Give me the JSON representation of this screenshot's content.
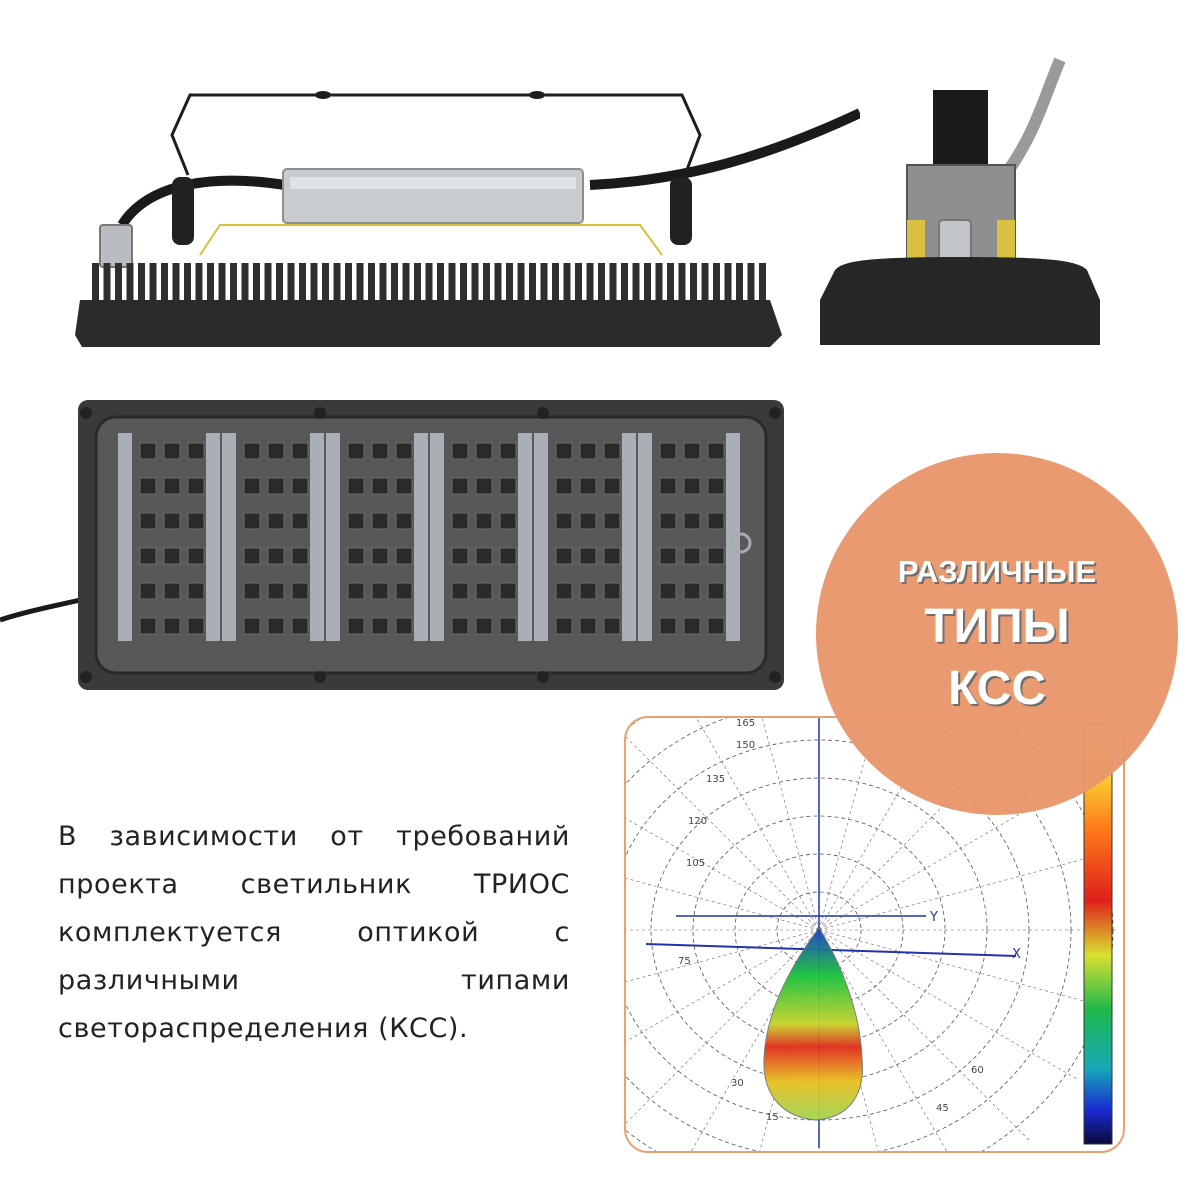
{
  "badge": {
    "line1": "РАЗЛИЧНЫЕ",
    "line2": "ТИПЫ",
    "line3": "КСС"
  },
  "description": "В зависимости от требований проекта светильник ТРИОС комплектуется оптикой с различными типами светораспределения (КСС).",
  "polar_diagram": {
    "angle_labels": [
      "165",
      "150",
      "135",
      "120",
      "105",
      "75",
      "60",
      "45",
      "30",
      "15"
    ],
    "axis_labels": [
      "X",
      "Y"
    ]
  },
  "colors": {
    "accent": "#e8966a",
    "frame_border": "#e8a272",
    "body_dark": "#2b2b2b",
    "led_board": "#a9afb6"
  }
}
